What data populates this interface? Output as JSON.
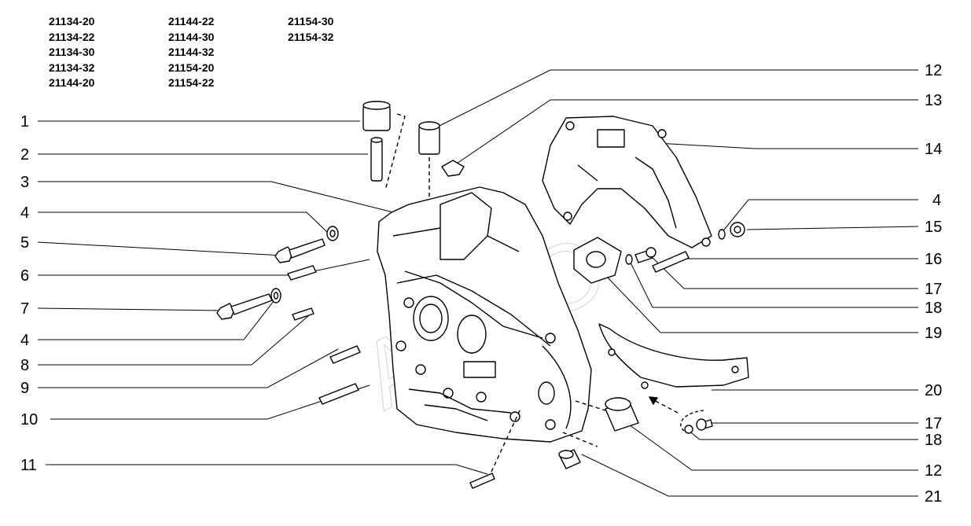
{
  "model_codes": [
    "21134-20",
    "21144-22",
    "21154-30",
    "21134-22",
    "21144-30",
    "21154-32",
    "21134-30",
    "21144-32",
    "",
    "21134-32",
    "21154-20",
    "",
    "21144-20",
    "21154-22",
    ""
  ],
  "callouts_left": [
    "1",
    "2",
    "3",
    "4",
    "5",
    "6",
    "7",
    "4",
    "8",
    "9",
    "10",
    "11"
  ],
  "callouts_right": [
    "12",
    "13",
    "14",
    "4",
    "15",
    "16",
    "17",
    "18",
    "19",
    "20",
    "17",
    "18",
    "12",
    "21"
  ],
  "watermark": "AUTO"
}
